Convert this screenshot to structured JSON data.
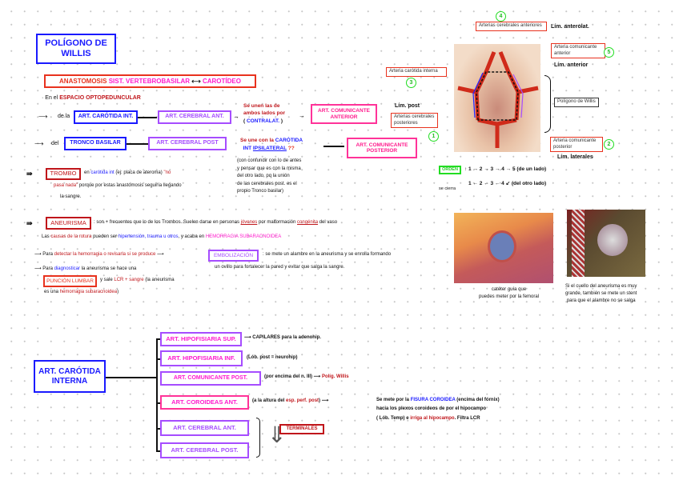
{
  "title": {
    "line1": "POLÍGONO DE",
    "line2": "WILLIS"
  },
  "anastomosis": {
    "a": "ANASTOMOSIS",
    "b": "SIST. VERTEBROBASILAR",
    "arrow": "⟷",
    "c": "CAROTÍDEO"
  },
  "espacio": {
    "prefix": "· En el",
    "highlight": "ESPACIO OPTOPEDUNCULAR"
  },
  "row1": {
    "prefix": "de la",
    "box1": "ART. CARÓTIDA INT.",
    "box2": "ART. CEREBRAL ANT.",
    "note1": "Se unen las de",
    "note2": "ambos lados por",
    "note3a": "(",
    "note3b": "CONTRALAT.",
    "note3c": ")",
    "box3": "ART. COMUNICANTE ANTERIOR"
  },
  "row2": {
    "prefix": "del",
    "box1": "TRONCO BASILAR",
    "box2": "ART. CEREBRAL POST",
    "note1a": "Se une con la",
    "note1b": "CARÓTIDA",
    "note2a": "INT",
    "note2b": "IPSILATERAL",
    "note2c": "??",
    "box3": "ART. COMUNICANTE POSTERIOR",
    "paren": [
      "(con confundir con lo de antes",
      "y pensar que es con la misma",
      "del otro lado, pq la unión",
      "de las cerebrales post. es el",
      "propio Tronco basilar)"
    ]
  },
  "trombo": {
    "label": "TROMBO",
    "t1": "en",
    "t2": "carótida int",
    "t3": "(ej: placa de ateroma)",
    "t4": "\"no",
    "t5": "pasa nada\"",
    "t6": "porque por estas anastomosis seguiría llegando",
    "t7": "la sangre."
  },
  "diagram": {
    "labels": {
      "cer_ant": "Arterias cerebrales anteriores",
      "com_ant": "Arteria comunicante anterior",
      "car_int": "Arteria carótida interna",
      "cer_post": "Arterias cerebrales posteriores",
      "poligono": "Polígono de Willis",
      "com_post": "Arteria comunicante posterior"
    },
    "numbers": {
      "cer_ant": "4",
      "com_ant": "5",
      "car_int": "3",
      "cer_post": "1",
      "com_post": "2"
    },
    "limits": {
      "anterolat": "Lím. anterolat.",
      "anterior": "Lím. anterior",
      "post": "Lím. post",
      "laterales": "Lím. laterales"
    },
    "orden": {
      "label": "ORDEN",
      "line1": "↑ 1 → 2 → 3 → 4 → 5 (de un lado)",
      "line2": "1 ← 2 ← 3 ← 4 ↙ (del otro lado)",
      "cierra": "se cierra"
    }
  },
  "aneurisma": {
    "label": "ANEURISMA",
    "l1a": ": son + frecuentes que lo de los Trombos. Suelen darse en personas",
    "l1b": "jóvenes",
    "l1c": "por malformación",
    "l1d": "congénita",
    "l1e": "del vaso",
    "l2a": "Las",
    "l2b": "causas de la rotura",
    "l2c": "pueden ser",
    "l2d": "hipertensión, trauma u otros",
    "l2e": ", y acaba en",
    "l2f": "HEMORRAGIA SUBARACNOIDEA",
    "det_a": "Para",
    "det_b": "detectar la hemorragia o revisarla si se produce",
    "emb": "EMBOLIZACIÓN",
    "emb_t1": ": se mete un alambre en la aneurisma y se enrolla formando",
    "emb_t2": "un ovillo para fortalecer la pared y evitar que salga la sangre.",
    "diag_a": "Para",
    "diag_b": "diagnosticar",
    "diag_c": "la aneurisma se hace una",
    "puncion": "PUNCIÓN LUMBAR",
    "p_a": "y sale",
    "p_b": "LCR + sangre",
    "p_c": "(la aneurisma",
    "p_d": "es una",
    "p_e": "hemorragia subaracnoidea",
    ")": ")",
    "cap1": [
      "catéter guía que",
      "puedes meter por la femoral"
    ],
    "cap2": [
      "Si el cuello del aneurisma es muy",
      "grande, también se mete un stent",
      "para que el alambre no se salga"
    ]
  },
  "carotida": {
    "title1": "ART. CARÓTIDA",
    "title2": "INTERNA",
    "branches": [
      {
        "label": "ART. HIPOFISIARIA SUP.",
        "note": "⟶ CAPILARES para la adenohip."
      },
      {
        "label": "ART. HIPOFISIARIA INF.",
        "note": "(Lób. post = neurohip)"
      },
      {
        "label": "ART. COMUNICANTE POST.",
        "note": "(por encima del n. III) ⟶",
        "note2": "Políg. Willis"
      },
      {
        "label": "ART. COROIDEAS ANT.",
        "note": "(a la altura del",
        "note2": "esp. perf. post",
        ")": ") ⟶"
      },
      {
        "label": "ART. CEREBRAL ANT."
      },
      {
        "label": "ART. CEREBRAL POST."
      }
    ],
    "coroideas": {
      "a": "Se mete por la",
      "b": "FISURA COROIDEA",
      "c": "(encima del fórnix)",
      "d": "hacia los plexos coroideos de por el hipocampo",
      "e": "( Lób. Temp) e",
      "f": "irriga al hipocampo",
      "g": ". Filtra LCR"
    },
    "terminales": "TERMINALES"
  },
  "colors": {
    "blue": "#1a1aff",
    "purple": "#a64dff",
    "pink": "#ff1a8c",
    "red": "#e8321e",
    "darkred": "#c0161b",
    "green": "#22dd22"
  }
}
